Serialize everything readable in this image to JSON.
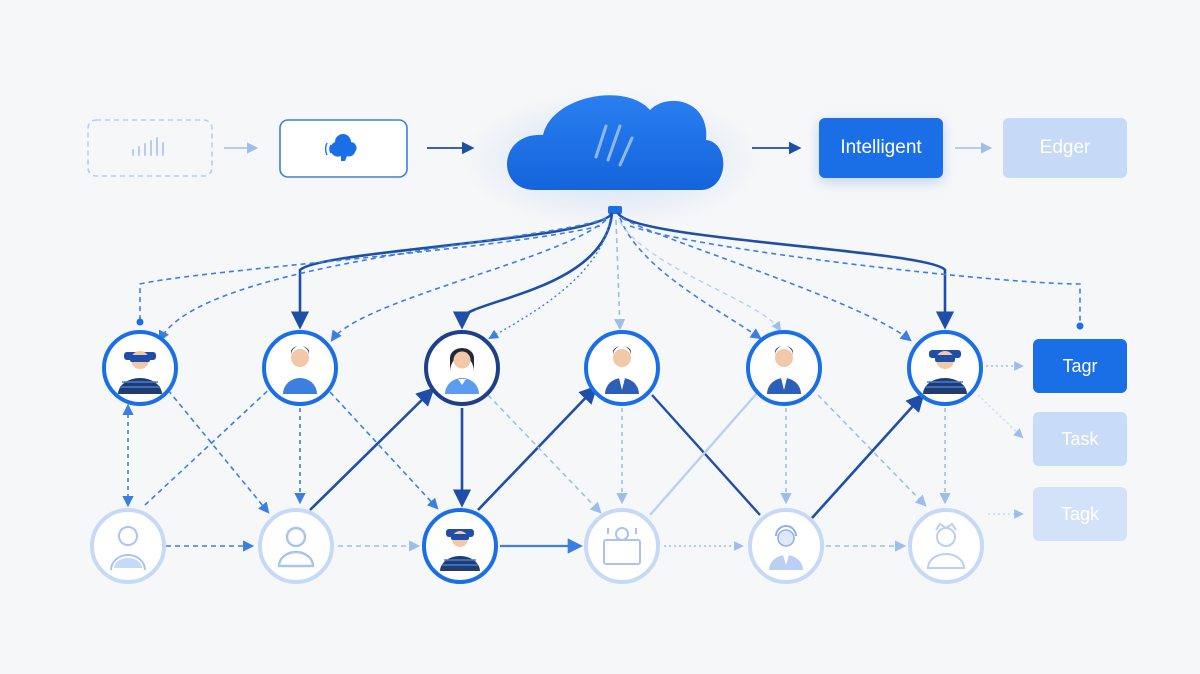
{
  "pipeline": {
    "intelligent_label": "Intelligent",
    "edger_label": "Edger"
  },
  "tasks": {
    "tagr_label": "Tagr",
    "task_label": "Task",
    "tagk_label": "Tagk"
  },
  "colors": {
    "primary": "#1a6fe6",
    "dark": "#1e4ea8",
    "light": "#c6d9f7",
    "faded": "#b9d0f2",
    "background": "#f6f7f8"
  },
  "icons": {
    "signal": "signal-bars-icon",
    "brain": "brain-chip-icon",
    "cloud": "cloud-icon",
    "person": "person-avatar-icon",
    "robot": "robot-avatar-icon"
  }
}
